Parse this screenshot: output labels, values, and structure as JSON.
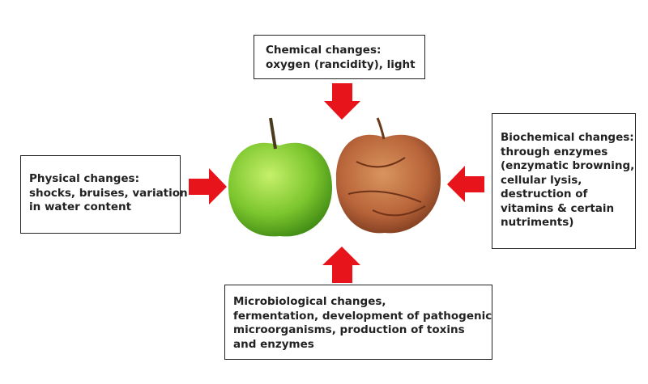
{
  "chemical": {
    "lines": [
      "Chemical changes:",
      "oxygen (rancidity), light"
    ]
  },
  "physical": {
    "lines": [
      "Physical changes:",
      "shocks, bruises, variation",
      "in water content"
    ]
  },
  "biochemical": {
    "lines": [
      "Biochemical changes:",
      "through enzymes",
      "(enzymatic browning,",
      "cellular lysis,",
      "destruction of",
      "vitamins & certain",
      "nutriments)"
    ]
  },
  "microbiological": {
    "lines": [
      "Microbiological changes,",
      "fermentation, development of pathogenic",
      "microorganisms, production of toxins",
      "and enzymes"
    ]
  },
  "colors": {
    "arrow": "#e8141b",
    "fresh_apple": "#7cc62e",
    "rotten_apple": "#b8643a"
  }
}
